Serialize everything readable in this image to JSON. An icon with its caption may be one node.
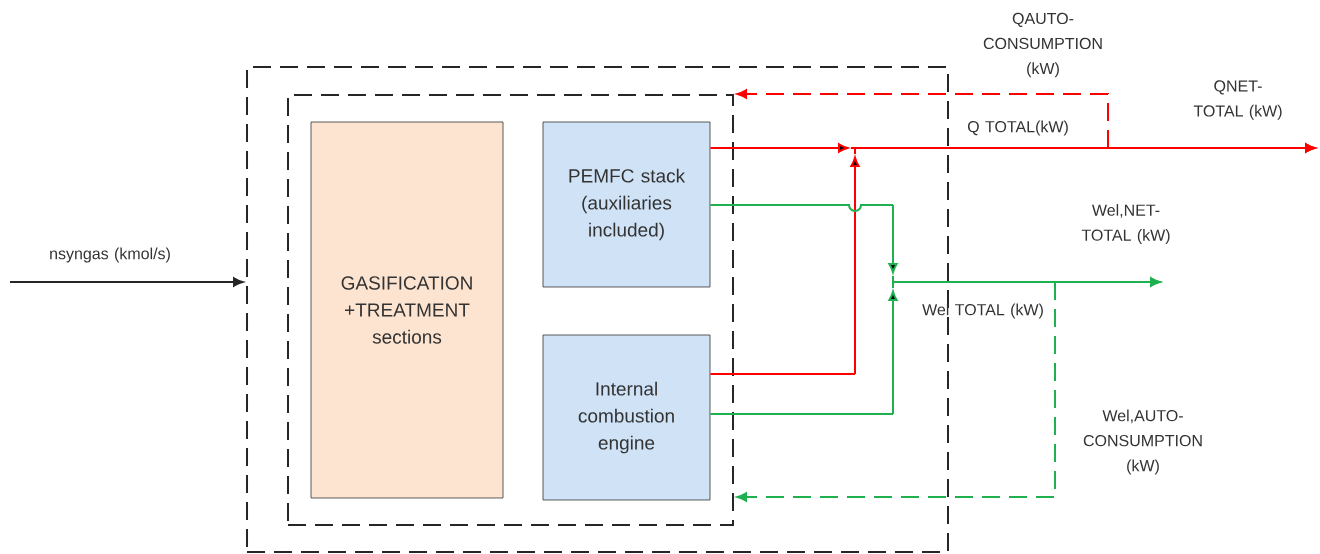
{
  "diagram": {
    "nodes": [
      {
        "text": [],
        "shape": "box"
      },
      {
        "text": [],
        "shape": "box",
        "in": 0
      },
      {
        "text": [
          "GASIFICATION +TREATMENT sections"
        ],
        "in": 1
      },
      {
        "text": [
          "PEMFC stack (auxiliaries included)"
        ],
        "in": 1
      },
      {
        "text": [
          "Internal combustion engine"
        ],
        "in": 1
      }
    ],
    "edges": [
      {
        "from": null,
        "to": 0,
        "arrow": "to",
        "color": "#262626",
        "label": "nsyngas (kmol/s)"
      },
      {
        "from": 3,
        "to": null,
        "arrow": "to",
        "color": "#ff0000"
      },
      {
        "from": 4,
        "to": null,
        "arrow": "to",
        "color": "#ff0000"
      },
      {
        "from": null,
        "to": 1,
        "arrow": "to",
        "style": "dashed",
        "color": "#ff0000",
        "label": "QAUTO-CONSUMPTION (kW)"
      },
      {
        "from": 3,
        "to": null,
        "arrow": "to",
        "color": "#1fb050"
      },
      {
        "from": 4,
        "to": null,
        "arrow": "to",
        "color": "#1fb050"
      },
      {
        "from": null,
        "to": 1,
        "arrow": "to",
        "style": "dashed",
        "color": "#1fb050",
        "label": "Wel,AUTO-CONSUMPTION (kW)"
      }
    ],
    "labels": [
      "Q TOTAL(kW)",
      "QNET-TOTAL (kW)",
      "Wel,NET-TOTAL (kW)",
      "Wel TOTAL (kW)"
    ]
  }
}
